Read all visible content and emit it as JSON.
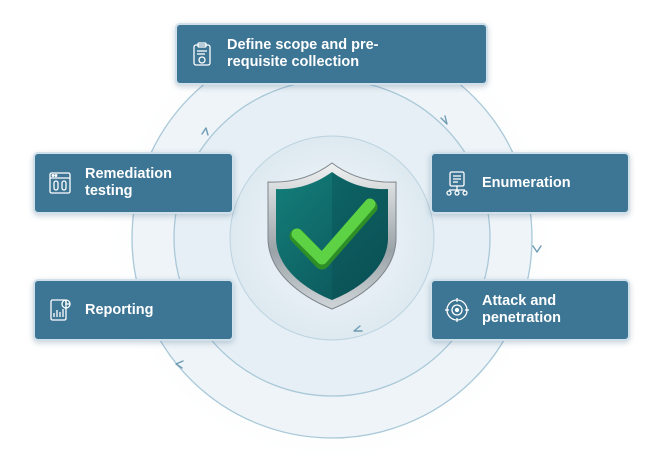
{
  "steps": {
    "define": {
      "label": "Define scope and pre-requisite collection",
      "icon": "clipboard-icon"
    },
    "enumeration": {
      "label": "Enumeration",
      "icon": "checklist-network-icon"
    },
    "attack": {
      "label": "Attack and penetration",
      "icon": "target-bug-icon"
    },
    "reporting": {
      "label": "Reporting",
      "icon": "report-chart-icon"
    },
    "remediation": {
      "label": "Remediation testing",
      "icon": "lab-test-icon"
    }
  },
  "center": {
    "icon": "shield-check-icon"
  },
  "colors": {
    "box": "#3d7595",
    "box_border": "#cfe0ea",
    "ring": "#a9c8d8",
    "shield": "#0d6e6e",
    "check": "#4ec23a"
  }
}
